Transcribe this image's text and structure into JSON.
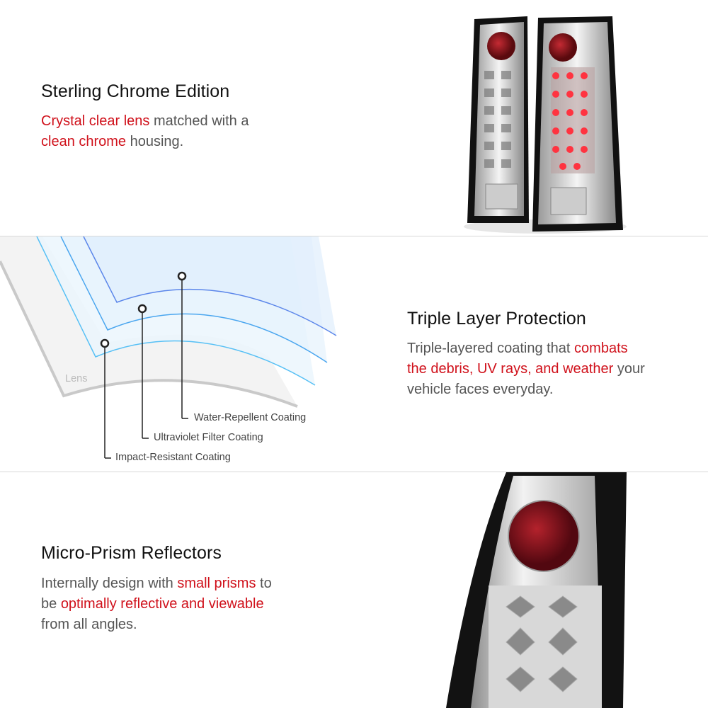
{
  "sections": [
    {
      "title": "Sterling Chrome Edition",
      "lines": [
        [
          {
            "text": "Crystal clear lens",
            "hl": true
          },
          {
            "text": " matched with a",
            "hl": false
          }
        ],
        [
          {
            "text": "clean chrome",
            "hl": true
          },
          {
            "text": " housing.",
            "hl": false
          }
        ]
      ]
    },
    {
      "title": "Triple Layer Protection",
      "lines": [
        [
          {
            "text": "Triple-layered coating that ",
            "hl": false
          },
          {
            "text": "combats",
            "hl": true
          }
        ],
        [
          {
            "text": "the debris, UV rays, and weather",
            "hl": true
          },
          {
            "text": " your",
            "hl": false
          }
        ],
        [
          {
            "text": "vehicle faces everyday.",
            "hl": false
          }
        ]
      ]
    },
    {
      "title": "Micro-Prism Reflectors",
      "lines": [
        [
          {
            "text": "Internally design with ",
            "hl": false
          },
          {
            "text": "small prisms",
            "hl": true
          },
          {
            "text": " to",
            "hl": false
          }
        ],
        [
          {
            "text": "be ",
            "hl": false
          },
          {
            "text": "optimally reflective and viewable",
            "hl": true
          }
        ],
        [
          {
            "text": "from all angles.",
            "hl": false
          }
        ]
      ]
    }
  ],
  "diagram": {
    "lens_label": "Lens",
    "labels": [
      "Water-Repellent Coating",
      "Ultraviolet Filter Coating",
      "Impact-Resistant Coating"
    ]
  },
  "colors": {
    "highlight": "#d0111b",
    "heading": "#111111",
    "body": "#555555"
  }
}
